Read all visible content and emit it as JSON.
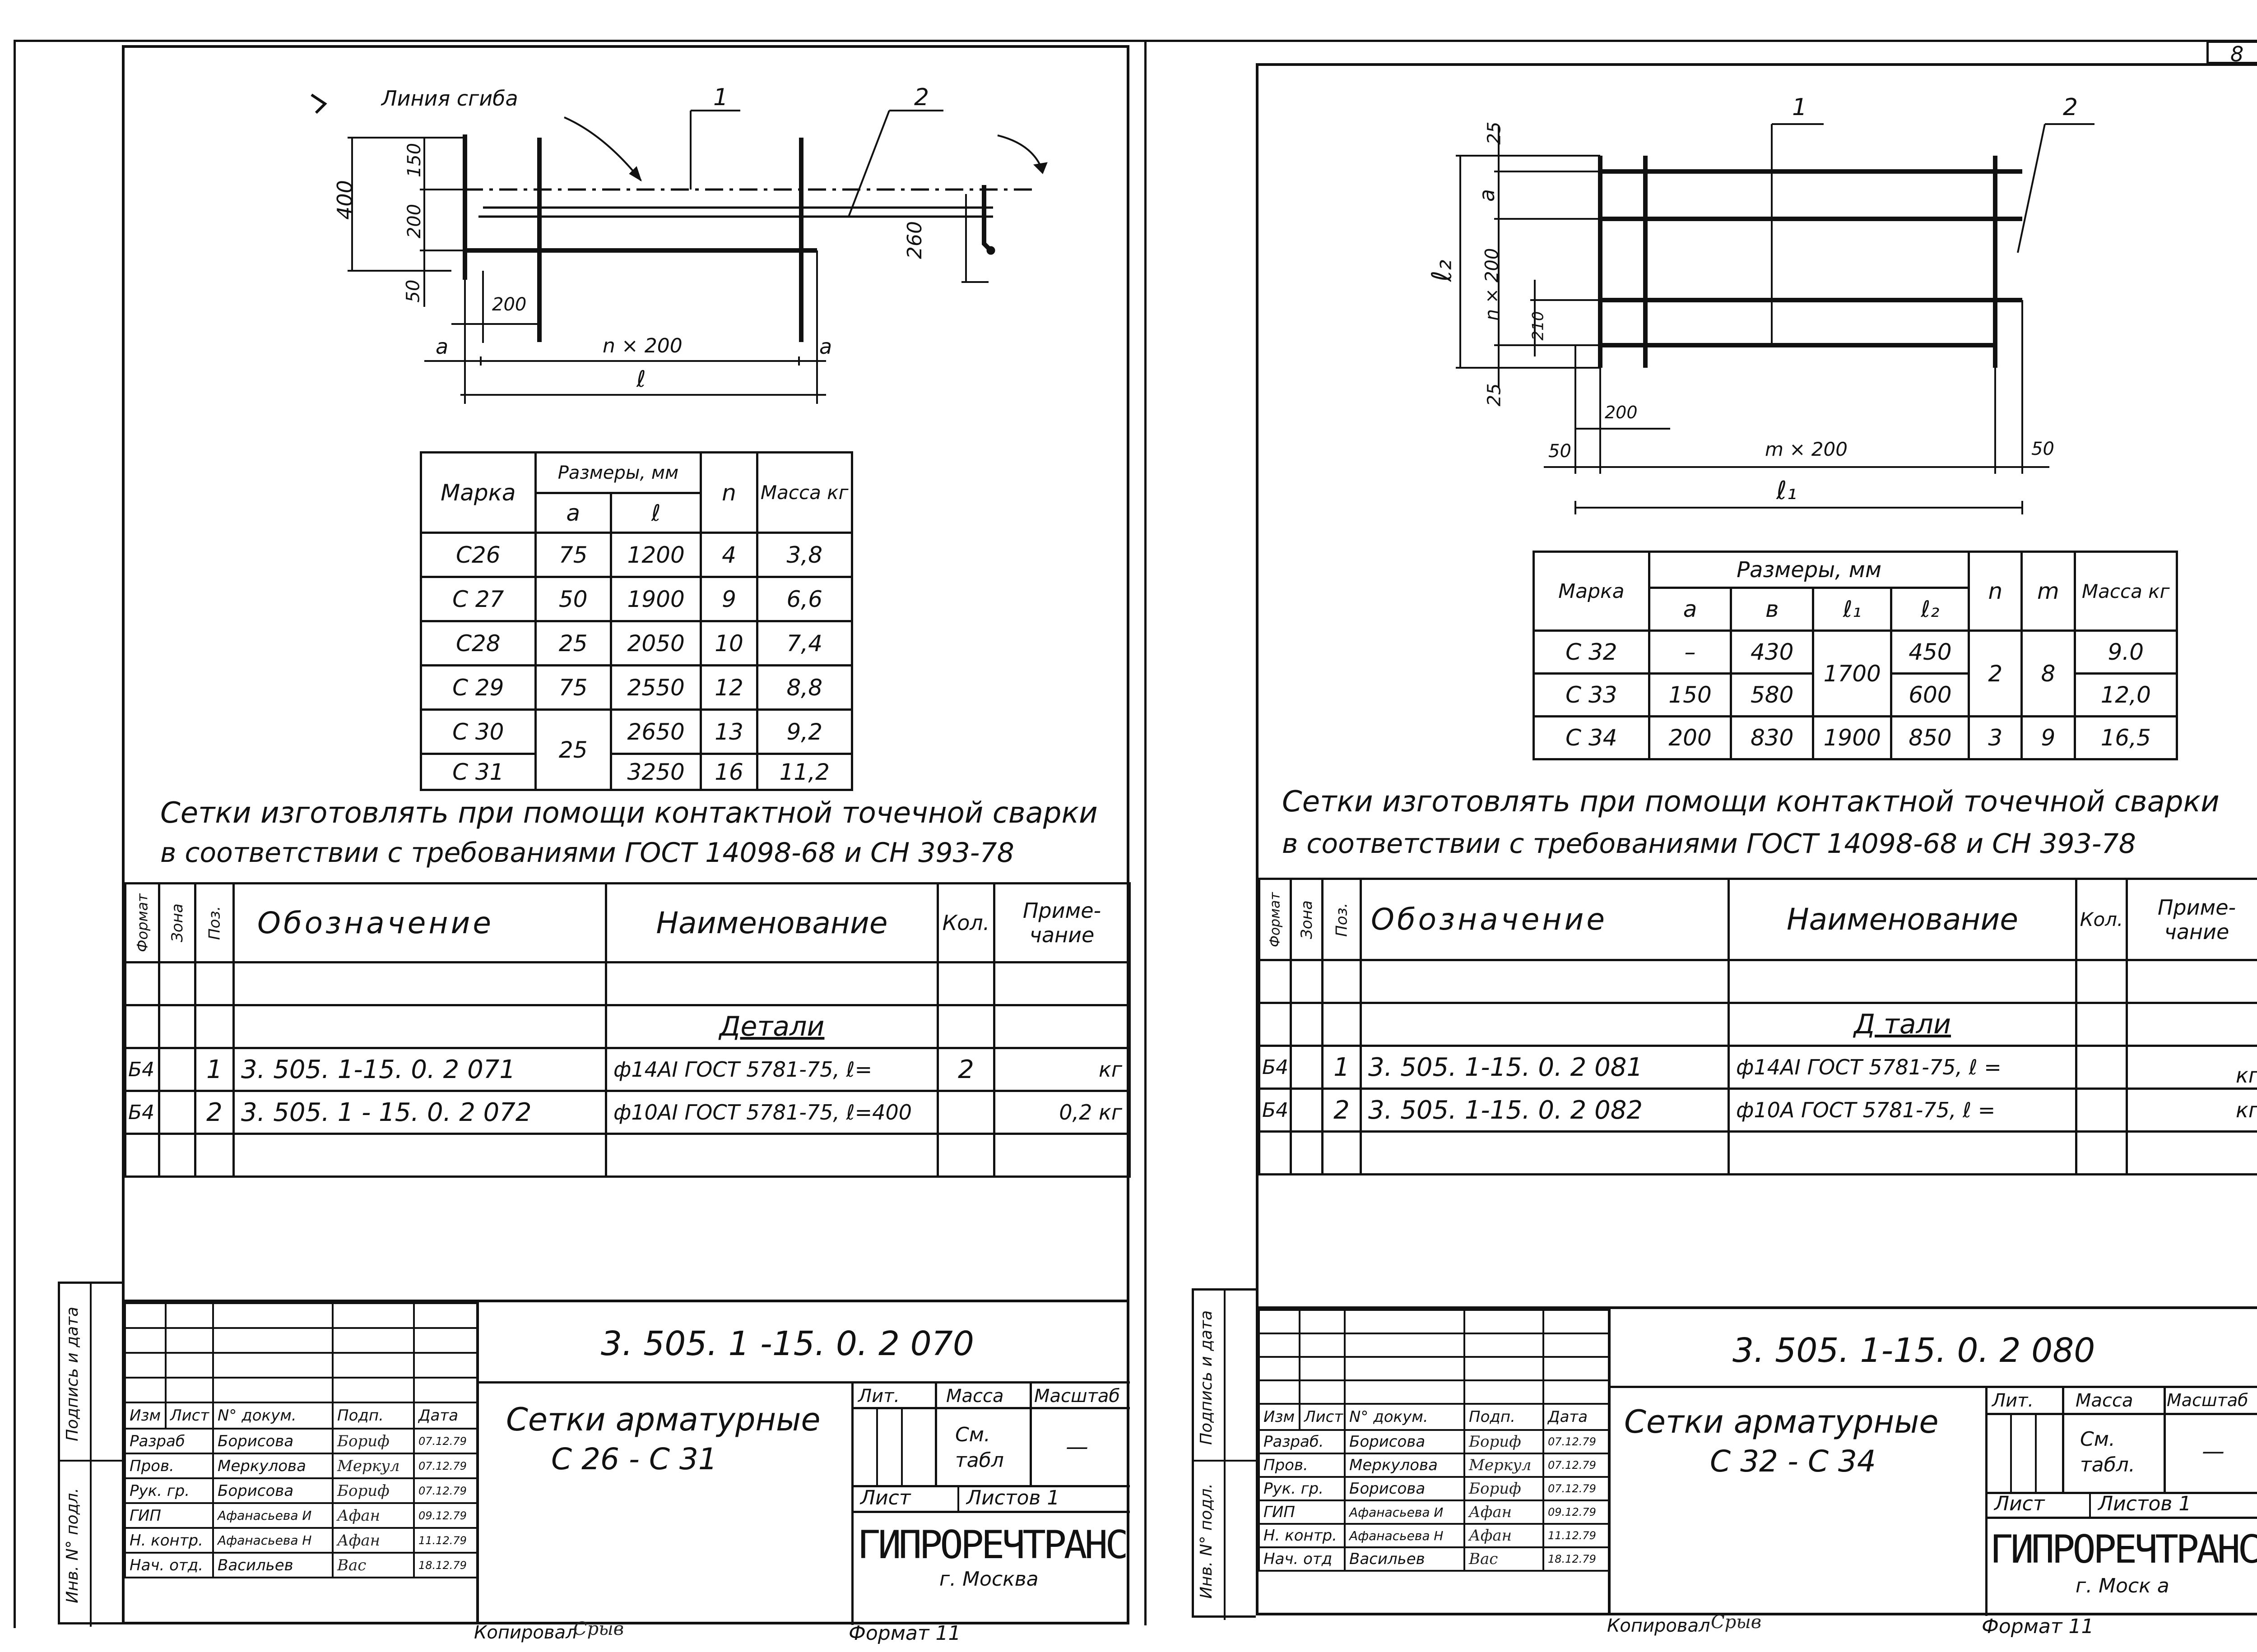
{
  "sheet_number": "8",
  "left": {
    "drawing": {
      "bend_line_label": "Линия сгиба",
      "callout_1": "1",
      "callout_2": "2",
      "dim_400": "400",
      "dim_150": "150",
      "dim_200_v": "200",
      "dim_50": "50",
      "dim_260": "260",
      "dim_200_h": "200",
      "dim_a_left": "a",
      "dim_n200": "n × 200",
      "dim_a_right": "a",
      "dim_l": "ℓ"
    },
    "table": {
      "h_mark": "Марка",
      "h_dims": "Размеры, мм",
      "h_a": "a",
      "h_l": "ℓ",
      "h_n": "n",
      "h_mass": "Масса кг",
      "rows": [
        {
          "mark": "С26",
          "a": "75",
          "l": "1200",
          "n": "4",
          "m": "3,8"
        },
        {
          "mark": "С 27",
          "a": "50",
          "l": "1900",
          "n": "9",
          "m": "6,6"
        },
        {
          "mark": "С28",
          "a": "25",
          "l": "2050",
          "n": "10",
          "m": "7,4"
        },
        {
          "mark": "С 29",
          "a": "75",
          "l": "2550",
          "n": "12",
          "m": "8,8"
        },
        {
          "mark": "С 30",
          "a": "25",
          "l": "2650",
          "n": "13",
          "m": "9,2"
        },
        {
          "mark": "С 31",
          "a": "",
          "l": "3250",
          "n": "16",
          "m": "11,2"
        }
      ]
    },
    "note_line1": "Сетки изготовлять при помощи контактной точечной сварки",
    "note_line2": "в соответствии с требованиями ГОСТ 14098-68 и СН 393-78",
    "spec": {
      "h_format": "Формат",
      "h_zone": "Зона",
      "h_pos": "Поз.",
      "h_designation": "Обозначение",
      "h_name": "Наименование",
      "h_qty": "Кол.",
      "h_note": "Приме-чание",
      "section": "Детали",
      "rows": [
        {
          "format": "Б4",
          "pos": "1",
          "designation": "3. 505. 1-15. 0. 2  071",
          "name": "ф14АI ГОСТ 5781-75, ℓ=",
          "qty": "2",
          "note": "кг"
        },
        {
          "format": "Б4",
          "pos": "2",
          "designation": "3. 505. 1 - 15. 0. 2  072",
          "name": "ф10АI ГОСТ 5781-75, ℓ=400",
          "qty": "",
          "note": "0,2 кг"
        }
      ]
    },
    "stamp": {
      "doc_code": "3. 505. 1 -15. 0. 2  070",
      "title_line1": "Сетки арматурные",
      "title_line2": "С 26 - С 31",
      "lit": "Лит.",
      "mass": "Масса",
      "scale": "Масштаб",
      "mass_value": "См. табл",
      "scale_value": "—",
      "sheet": "Лист",
      "sheets": "Листов 1",
      "org": "ГИПРОРЕЧТРАНС",
      "city": "г. Москва",
      "h_izm": "Изм",
      "h_list": "Лист",
      "h_doc": "N° докум.",
      "h_sign": "Подп.",
      "h_date": "Дата",
      "people": [
        {
          "role": "Разраб",
          "name": "Борисова",
          "sign": "Бориф",
          "date": "07.12.79"
        },
        {
          "role": "Пров.",
          "name": "Меркулова",
          "sign": "Меркул",
          "date": "07.12.79"
        },
        {
          "role": "Рук. гр.",
          "name": "Борисова",
          "sign": "Бориф",
          "date": "07.12.79"
        },
        {
          "role": "ГИП",
          "name": "Афанасьева И",
          "sign": "Афан",
          "date": "09.12.79"
        },
        {
          "role": "Н. контр.",
          "name": "Афанасьева Н",
          "sign": "Афан",
          "date": "11.12.79"
        },
        {
          "role": "Нач. отд.",
          "name": "Васильев",
          "sign": "Вас",
          "date": "18.12.79"
        }
      ],
      "side_top": "Подпись и дата",
      "side_bottom": "Инв. N° подл.",
      "copied": "Копировал",
      "copied_sign": "Срыв",
      "format": "Формат 11"
    }
  },
  "right": {
    "drawing": {
      "callout_1": "1",
      "callout_2": "2",
      "dim_25_top": "25",
      "dim_a": "a",
      "dim_l2": "ℓ₂",
      "dim_n200": "n × 200",
      "dim_210": "210",
      "dim_25_bot": "25",
      "dim_200": "200",
      "dim_50_left": "50",
      "dim_m200": "m × 200",
      "dim_50_right": "50",
      "dim_l1": "ℓ₁"
    },
    "table": {
      "h_mark": "Марка",
      "h_dims": "Размеры, мм",
      "h_a": "a",
      "h_b": "в",
      "h_l1": "ℓ₁",
      "h_l2": "ℓ₂",
      "h_n": "n",
      "h_m": "m",
      "h_mass": "Масса кг",
      "rows": [
        {
          "mark": "С 32",
          "a": "–",
          "b": "430",
          "l2": "450",
          "mass": "9.0"
        },
        {
          "mark": "С 33",
          "a": "150",
          "b": "580",
          "l2": "600",
          "mass": "12,0"
        },
        {
          "mark": "С 34",
          "a": "200",
          "b": "830",
          "l1": "1900",
          "l2": "850",
          "n": "3",
          "m": "9",
          "mass": "16,5"
        }
      ],
      "l1_shared": "1700",
      "n_shared": "2",
      "m_shared": "8"
    },
    "note_line1": "Сетки изготовлять при помощи контактной точечной сварки",
    "note_line2": "в соответствии с требованиями ГОСТ 14098-68 и СН 393-78",
    "spec": {
      "h_format": "Формат",
      "h_zone": "Зона",
      "h_pos": "Поз.",
      "h_designation": "Обозначение",
      "h_name": "Наименование",
      "h_qty": "Кол.",
      "h_note": "Приме-чание",
      "section": "Д тали",
      "rows": [
        {
          "format": "Б4",
          "pos": "1",
          "designation": "3. 505. 1-15. 0. 2  081",
          "name": "ф14АI ГОСТ 5781-75, ℓ =",
          "qty": "",
          "note": "кг"
        },
        {
          "format": "Б4",
          "pos": "2",
          "designation": "3. 505. 1-15. 0. 2  082",
          "name": "ф10А  ГОСТ 5781-75, ℓ =",
          "qty": "",
          "note": "кг"
        }
      ]
    },
    "stamp": {
      "doc_code": "3. 505. 1-15. 0. 2  080",
      "title_line1": "Сетки арматурные",
      "title_line2": "С 32 - С 34",
      "lit": "Лит.",
      "mass": "Масса",
      "scale": "Масштаб",
      "mass_value": "См. табл.",
      "scale_value": "—",
      "sheet": "Лист",
      "sheets": "Листов 1",
      "org": "ГИПРОРЕЧТРАНС",
      "city": "г. Моск а",
      "h_izm": "Изм",
      "h_list": "Лист",
      "h_doc": "N° докум.",
      "h_sign": "Подп.",
      "h_date": "Дата",
      "people": [
        {
          "role": "Разраб.",
          "name": "Борисова",
          "sign": "Бориф",
          "date": "07.12.79"
        },
        {
          "role": "Пров.",
          "name": "Меркулова",
          "sign": "Меркул",
          "date": "07.12.79"
        },
        {
          "role": "Рук. гр.",
          "name": "Борисова",
          "sign": "Бориф",
          "date": "07.12.79"
        },
        {
          "role": "ГИП",
          "name": "Афанасьева И",
          "sign": "Афан",
          "date": "09.12.79"
        },
        {
          "role": "Н. контр.",
          "name": "Афанасьева Н",
          "sign": "Афан",
          "date": "11.12.79"
        },
        {
          "role": "Нач. отд",
          "name": "Васильев",
          "sign": "Вас",
          "date": "18.12.79"
        }
      ],
      "side_top": "Подпись и дата",
      "side_bottom": "Инв. N° подл.",
      "copied": "Копировал",
      "copied_sign": "Срыв",
      "format": "Формат 11"
    }
  }
}
